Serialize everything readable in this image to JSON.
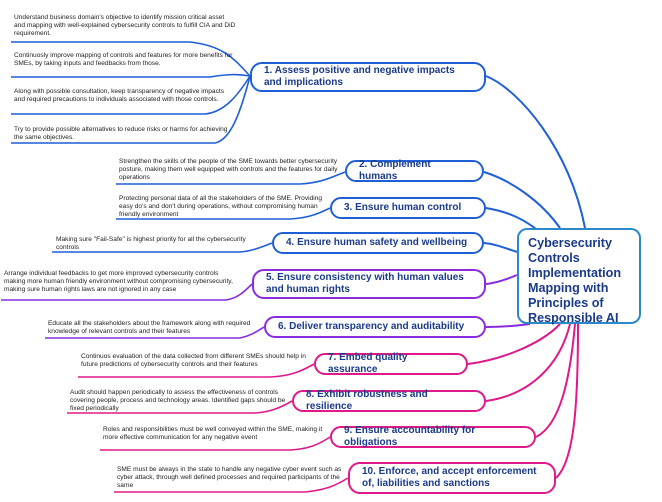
{
  "root": {
    "title": "Cybersecurity Controls Implementation Mapping with Principles of Responsible AI"
  },
  "colors": {
    "blue": "#1f5fd6",
    "purple": "#8a2be2",
    "magenta": "#e0198a",
    "root_border": "#2c88c8",
    "text": "#1a3a8a"
  },
  "branches": [
    {
      "label": "1. Assess positive and negative impacts and implications",
      "notes": [
        "Understand business domain's objective to identify mission critical asset and mapping with well-explained cybersecurity controls to fulfill CIA and DiD requirement.",
        "Continuosly improve mapping of controls and features for more benefits for SMEs, by taking inputs and feedbacks from those.",
        "Along with possible consultation, keep transparency of negative impacts and required precautions to individuals associated with those controls.",
        "Try to provide possible alternatives to reduce risks or harms for achieving the same objectives."
      ]
    },
    {
      "label": "2. Complement humans",
      "notes": [
        "Strengthen the skills of the people of the SME towards better cybersecurity posture, making them well equipped with controls and the features for daily operations"
      ]
    },
    {
      "label": "3. Ensure human control",
      "notes": [
        "Protecting personal data of all the stakeholders of the SME. Providing easy do's and don't during operations, without compromising human friendly environment"
      ]
    },
    {
      "label": "4. Ensure human safety and wellbeing",
      "notes": [
        "Making sure \"Fail-Safe\" is highest priority for all the cybersecurity controls"
      ]
    },
    {
      "label": "5. Ensure consistency with human values and human rights",
      "notes": [
        "Arrange individual feedbacks to get more improved cybersecurity controls making more human friendly environment without compromising cybersecurity, making sure human rights laws are not ignored in any case"
      ]
    },
    {
      "label": "6. Deliver transparency and auditability",
      "notes": [
        "Educate all the stakeholders about the framework along with required knowledge of relevant controls and their features"
      ]
    },
    {
      "label": "7. Embed quality assurance",
      "notes": [
        "Continuos evaluation of the data collected from different SMEs should help in future predictions of cybersecurity controls and their features"
      ]
    },
    {
      "label": "8. Exhibit robustness and resilience",
      "notes": [
        "Audit should happen periodically to assess the effectiveness of controls covering people, process and technology areas. Identified gaps should be fixed periodically"
      ]
    },
    {
      "label": "9. Ensure accountability for obligations",
      "notes": [
        "Roles and responsibilities must be well conveyed within the SME, making it more effective communication for any negative event"
      ]
    },
    {
      "label": "10. Enforce, and accept enforcement of, liabilities and sanctions",
      "notes": [
        "SME must be always in the state to handle any negative cyber event such as cyber attack, through well defined processes and required participants of the same"
      ]
    }
  ]
}
